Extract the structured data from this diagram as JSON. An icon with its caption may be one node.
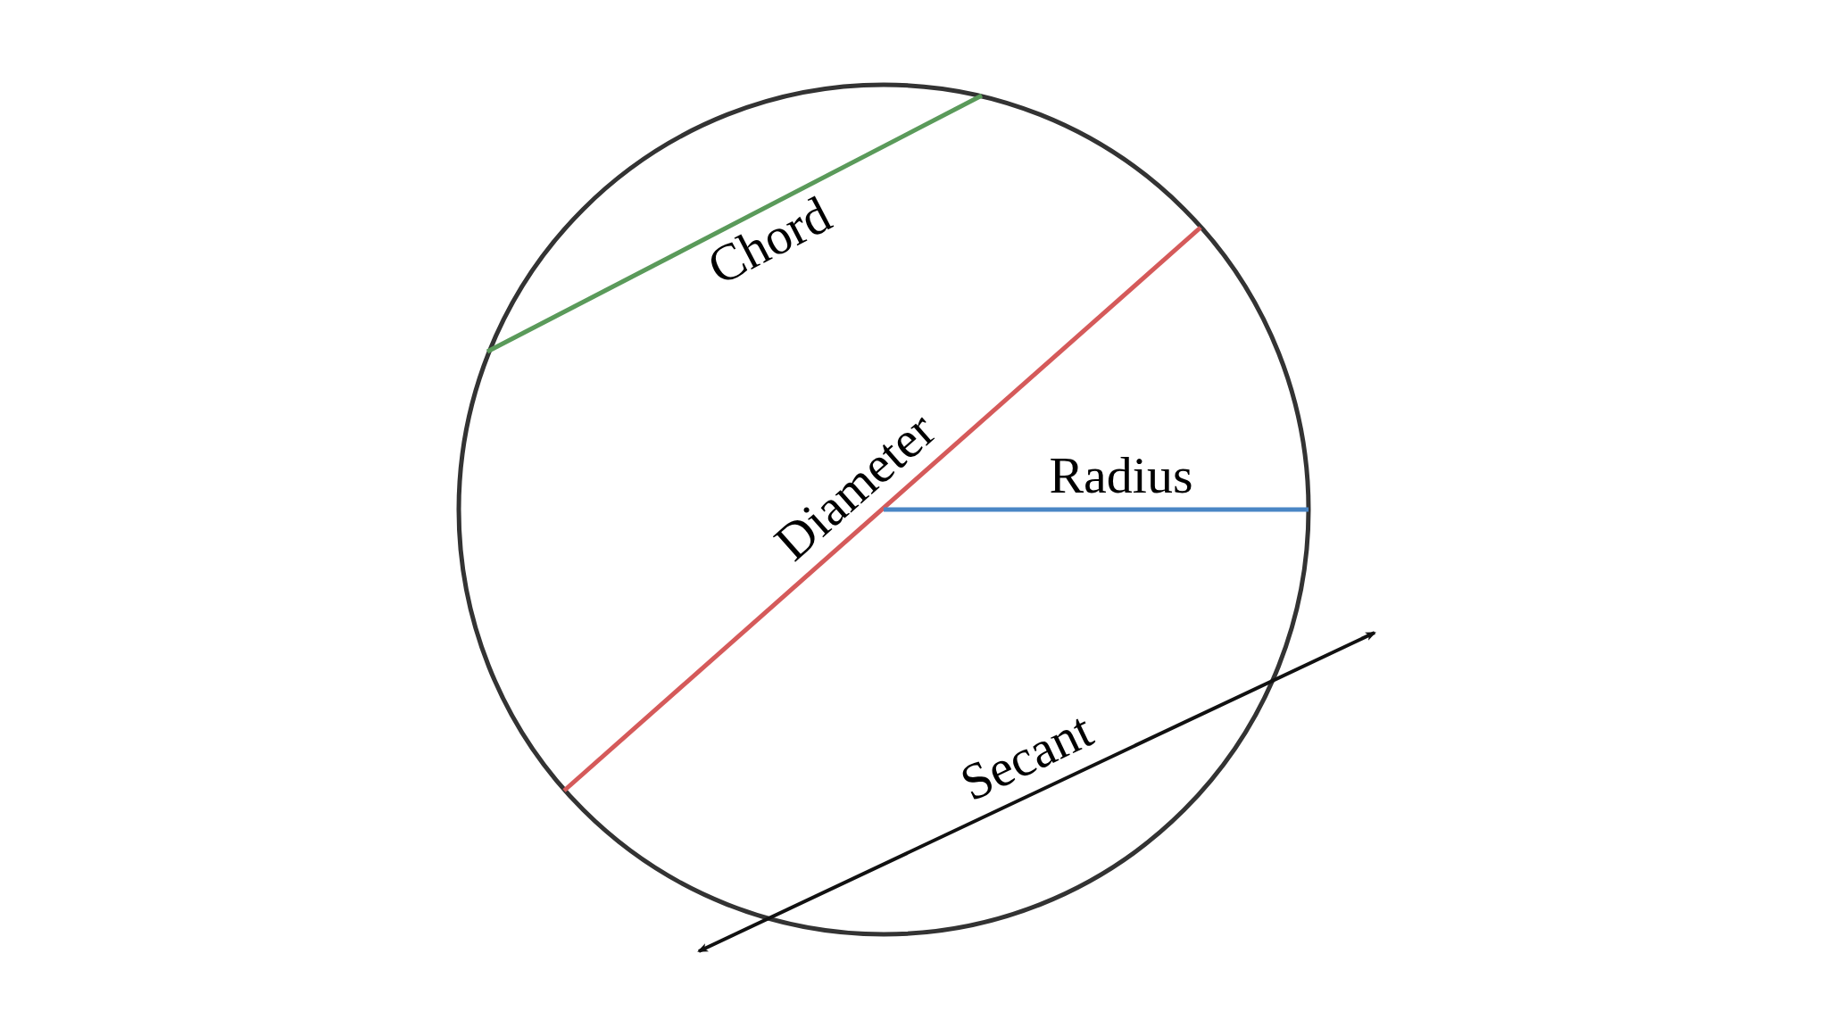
{
  "diagram": {
    "labels": [
      "Chord",
      "Diameter",
      "Radius",
      "Secant"
    ]
  }
}
